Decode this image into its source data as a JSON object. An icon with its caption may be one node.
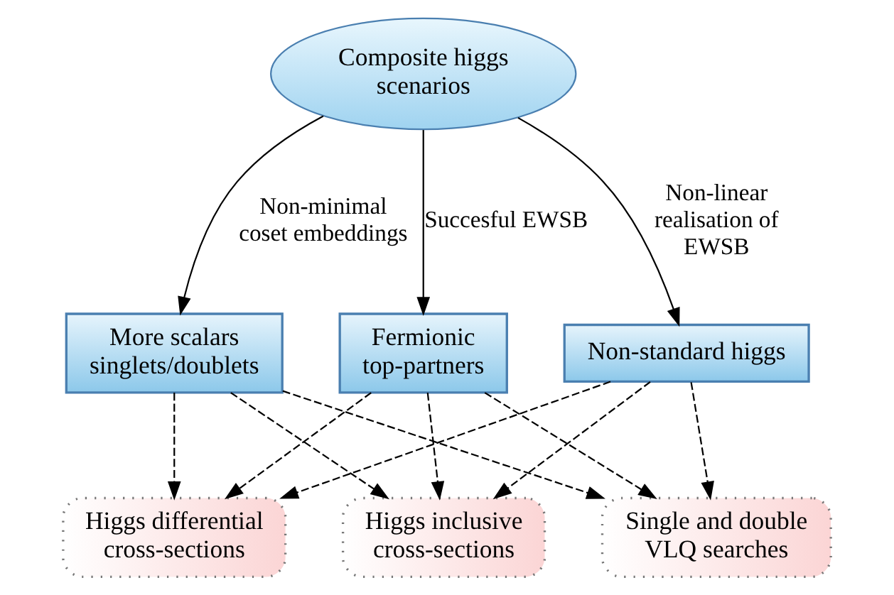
{
  "diagram": {
    "nodes": [
      {
        "text": [
          "Composite higgs scenarios"
        ]
      },
      {
        "text": [
          "More scalars singlets/doublets"
        ]
      },
      {
        "text": [
          "Non-standard higgs"
        ]
      },
      {
        "text": [
          "Fermionic top-partners"
        ]
      },
      {
        "text": [
          "Higgs inclusive cross-sections"
        ]
      },
      {
        "text": [
          "Higgs differential cross-sections"
        ]
      },
      {
        "text": [
          "Single and double VLQ searches"
        ]
      }
    ],
    "edges": [
      {
        "from": 0,
        "to": 1,
        "arrow": "to",
        "label": "Non-minimal coset embeddings"
      },
      {
        "from": 0,
        "to": 2,
        "arrow": "to",
        "label": "Non-linear realisation of EWSB"
      },
      {
        "from": 0,
        "to": 3,
        "arrow": "to",
        "label": "Succesful EWSB"
      },
      {
        "from": 1,
        "to": 4,
        "arrow": "to",
        "style": "dashed"
      },
      {
        "from": 1,
        "to": 5,
        "arrow": "to",
        "style": "dashed"
      },
      {
        "from": 1,
        "to": 6,
        "arrow": "to",
        "style": "dashed"
      },
      {
        "from": 2,
        "to": 4,
        "arrow": "to",
        "style": "dashed"
      },
      {
        "from": 2,
        "to": 5,
        "arrow": "to",
        "style": "dashed"
      },
      {
        "from": 2,
        "to": 6,
        "arrow": "to",
        "style": "dashed"
      },
      {
        "from": 3,
        "to": 4,
        "arrow": "to",
        "style": "dashed"
      },
      {
        "from": 3,
        "to": 5,
        "arrow": "to",
        "style": "dashed"
      },
      {
        "from": 3,
        "to": 6,
        "arrow": "to",
        "style": "dashed"
      }
    ]
  }
}
